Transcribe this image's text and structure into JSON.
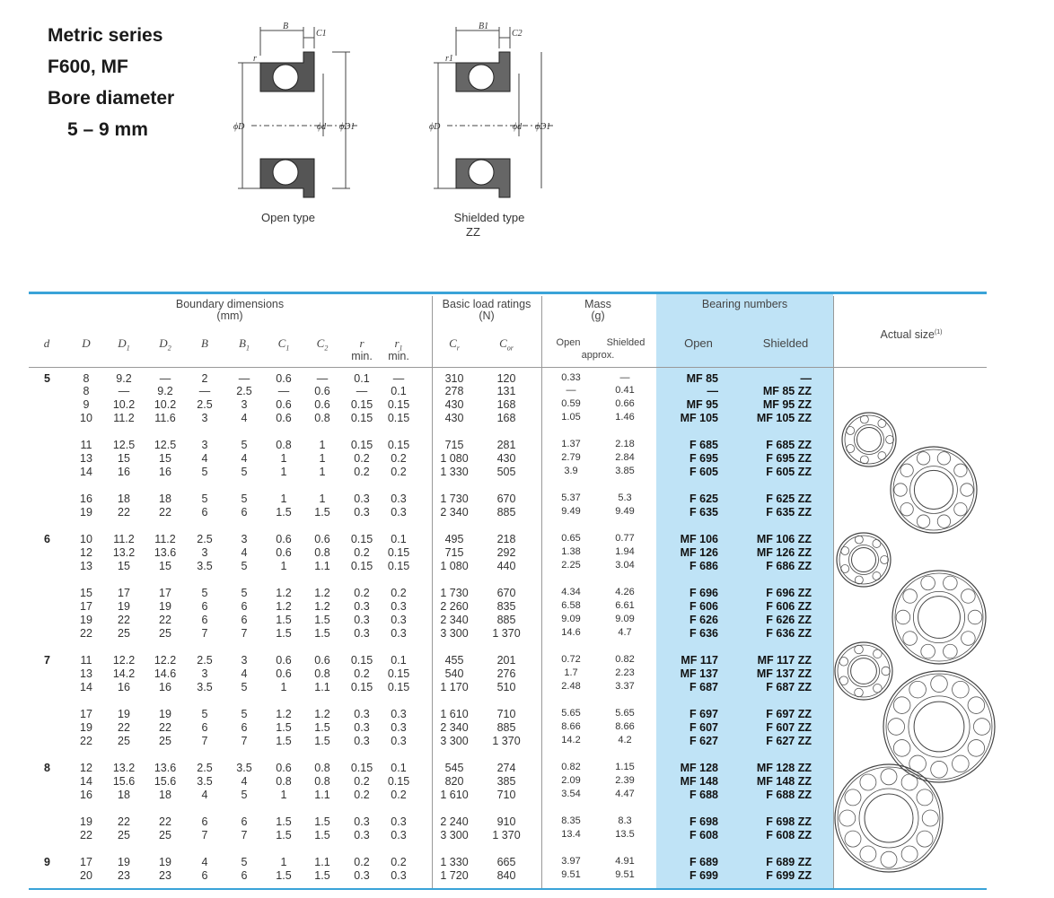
{
  "title": {
    "line1": "Metric series",
    "line2": "F600, MF",
    "line3": "Bore diameter",
    "line4": "5 – 9 mm"
  },
  "diagrams": {
    "open": {
      "caption": "Open type",
      "B": "B",
      "C1": "C1",
      "r": "r",
      "D": "ϕD",
      "d": "ϕd",
      "D1": "ϕD1"
    },
    "shielded": {
      "caption1": "Shielded type",
      "caption2": "ZZ",
      "B1": "B1",
      "C2": "C2",
      "r1": "r1",
      "D": "ϕD",
      "d": "ϕd",
      "D1": "ϕD1"
    }
  },
  "table": {
    "group_headers": {
      "boundary": "Boundary dimensions",
      "boundary_unit": "(mm)",
      "load": "Basic load ratings",
      "load_unit": "(N)",
      "mass": "Mass",
      "mass_unit": "(g)",
      "bearing": "Bearing numbers",
      "actual": "Actual size"
    },
    "columns": [
      "d",
      "D",
      "D1",
      "D2",
      "B",
      "B1",
      "C1",
      "C2",
      "r",
      "r1",
      "Cr",
      "Cor"
    ],
    "min_label": "min.",
    "mass_cols": {
      "open": "Open",
      "shielded": "Shielded",
      "approx": "approx."
    },
    "bearing_cols": {
      "open": "Open",
      "shielded": "Shielded"
    },
    "rows": [
      {
        "d": "5",
        "v": [
          "8",
          "9.2",
          "—",
          "2",
          "—",
          "0.6",
          "—",
          "0.1",
          "—",
          "310",
          "120",
          "0.33",
          "—"
        ],
        "open": "MF  85",
        "shd": "—"
      },
      {
        "d": "",
        "v": [
          "8",
          "—",
          "9.2",
          "—",
          "2.5",
          "—",
          "0.6",
          "—",
          "0.1",
          "278",
          "131",
          "—",
          "0.41"
        ],
        "open": "—",
        "shd": "MF  85  ZZ"
      },
      {
        "d": "",
        "v": [
          "9",
          "10.2",
          "10.2",
          "2.5",
          "3",
          "0.6",
          "0.6",
          "0.15",
          "0.15",
          "430",
          "168",
          "0.59",
          "0.66"
        ],
        "open": "MF  95",
        "shd": "MF  95  ZZ"
      },
      {
        "d": "",
        "v": [
          "10",
          "11.2",
          "11.6",
          "3",
          "4",
          "0.6",
          "0.8",
          "0.15",
          "0.15",
          "430",
          "168",
          "1.05",
          "1.46"
        ],
        "open": "MF 105",
        "shd": "MF 105  ZZ"
      },
      {
        "d": "",
        "v": [
          "11",
          "12.5",
          "12.5",
          "3",
          "5",
          "0.8",
          "1",
          "0.15",
          "0.15",
          "715",
          "281",
          "1.37",
          "2.18"
        ],
        "open": "F 685",
        "shd": "F 685  ZZ"
      },
      {
        "d": "",
        "v": [
          "13",
          "15",
          "15",
          "4",
          "4",
          "1",
          "1",
          "0.2",
          "0.2",
          "1 080",
          "430",
          "2.79",
          "2.84"
        ],
        "open": "F 695",
        "shd": "F 695  ZZ"
      },
      {
        "d": "",
        "v": [
          "14",
          "16",
          "16",
          "5",
          "5",
          "1",
          "1",
          "0.2",
          "0.2",
          "1 330",
          "505",
          "3.9",
          "3.85"
        ],
        "open": "F 605",
        "shd": "F 605  ZZ"
      },
      {
        "d": "",
        "v": [
          "16",
          "18",
          "18",
          "5",
          "5",
          "1",
          "1",
          "0.3",
          "0.3",
          "1 730",
          "670",
          "5.37",
          "5.3"
        ],
        "open": "F 625",
        "shd": "F 625  ZZ"
      },
      {
        "d": "",
        "v": [
          "19",
          "22",
          "22",
          "6",
          "6",
          "1.5",
          "1.5",
          "0.3",
          "0.3",
          "2 340",
          "885",
          "9.49",
          "9.49"
        ],
        "open": "F 635",
        "shd": "F 635  ZZ"
      },
      {
        "d": "6",
        "v": [
          "10",
          "11.2",
          "11.2",
          "2.5",
          "3",
          "0.6",
          "0.6",
          "0.15",
          "0.1",
          "495",
          "218",
          "0.65",
          "0.77"
        ],
        "open": "MF 106",
        "shd": "MF 106  ZZ"
      },
      {
        "d": "",
        "v": [
          "12",
          "13.2",
          "13.6",
          "3",
          "4",
          "0.6",
          "0.8",
          "0.2",
          "0.15",
          "715",
          "292",
          "1.38",
          "1.94"
        ],
        "open": "MF 126",
        "shd": "MF 126  ZZ"
      },
      {
        "d": "",
        "v": [
          "13",
          "15",
          "15",
          "3.5",
          "5",
          "1",
          "1.1",
          "0.15",
          "0.15",
          "1 080",
          "440",
          "2.25",
          "3.04"
        ],
        "open": "F 686",
        "shd": "F 686    ZZ"
      },
      {
        "d": "",
        "v": [
          "15",
          "17",
          "17",
          "5",
          "5",
          "1.2",
          "1.2",
          "0.2",
          "0.2",
          "1 730",
          "670",
          "4.34",
          "4.26"
        ],
        "open": "F 696",
        "shd": "F 696  ZZ"
      },
      {
        "d": "",
        "v": [
          "17",
          "19",
          "19",
          "6",
          "6",
          "1.2",
          "1.2",
          "0.3",
          "0.3",
          "2 260",
          "835",
          "6.58",
          "6.61"
        ],
        "open": "F 606",
        "shd": "F 606  ZZ"
      },
      {
        "d": "",
        "v": [
          "19",
          "22",
          "22",
          "6",
          "6",
          "1.5",
          "1.5",
          "0.3",
          "0.3",
          "2 340",
          "885",
          "9.09",
          "9.09"
        ],
        "open": "F 626",
        "shd": "F 626  ZZ"
      },
      {
        "d": "",
        "v": [
          "22",
          "25",
          "25",
          "7",
          "7",
          "1.5",
          "1.5",
          "0.3",
          "0.3",
          "3 300",
          "1 370",
          "14.6",
          "4.7"
        ],
        "open": "F 636",
        "shd": "F 636  ZZ"
      },
      {
        "d": "7",
        "v": [
          "11",
          "12.2",
          "12.2",
          "2.5",
          "3",
          "0.6",
          "0.6",
          "0.15",
          "0.1",
          "455",
          "201",
          "0.72",
          "0.82"
        ],
        "open": "MF 117",
        "shd": "MF 117  ZZ"
      },
      {
        "d": "",
        "v": [
          "13",
          "14.2",
          "14.6",
          "3",
          "4",
          "0.6",
          "0.8",
          "0.2",
          "0.15",
          "540",
          "276",
          "1.7",
          "2.23"
        ],
        "open": "MF 137",
        "shd": "MF 137  ZZ"
      },
      {
        "d": "",
        "v": [
          "14",
          "16",
          "16",
          "3.5",
          "5",
          "1",
          "1.1",
          "0.15",
          "0.15",
          "1 170",
          "510",
          "2.48",
          "3.37"
        ],
        "open": "F 687",
        "shd": "F 687  ZZ"
      },
      {
        "d": "",
        "v": [
          "17",
          "19",
          "19",
          "5",
          "5",
          "1.2",
          "1.2",
          "0.3",
          "0.3",
          "1 610",
          "710",
          "5.65",
          "5.65"
        ],
        "open": "F 697",
        "shd": "F 697  ZZ"
      },
      {
        "d": "",
        "v": [
          "19",
          "22",
          "22",
          "6",
          "6",
          "1.5",
          "1.5",
          "0.3",
          "0.3",
          "2 340",
          "885",
          "8.66",
          "8.66"
        ],
        "open": "F 607",
        "shd": "F 607  ZZ"
      },
      {
        "d": "",
        "v": [
          "22",
          "25",
          "25",
          "7",
          "7",
          "1.5",
          "1.5",
          "0.3",
          "0.3",
          "3 300",
          "1 370",
          "14.2",
          "4.2"
        ],
        "open": "F 627",
        "shd": "F 627  ZZ"
      },
      {
        "d": "8",
        "v": [
          "12",
          "13.2",
          "13.6",
          "2.5",
          "3.5",
          "0.6",
          "0.8",
          "0.15",
          "0.1",
          "545",
          "274",
          "0.82",
          "1.15"
        ],
        "open": "MF 128",
        "shd": "MF 128  ZZ"
      },
      {
        "d": "",
        "v": [
          "14",
          "15.6",
          "15.6",
          "3.5",
          "4",
          "0.8",
          "0.8",
          "0.2",
          "0.15",
          "820",
          "385",
          "2.09",
          "2.39"
        ],
        "open": "MF 148",
        "shd": "MF 148  ZZ"
      },
      {
        "d": "",
        "v": [
          "16",
          "18",
          "18",
          "4",
          "5",
          "1",
          "1.1",
          "0.2",
          "0.2",
          "1 610",
          "710",
          "3.54",
          "4.47"
        ],
        "open": "F 688",
        "shd": "F 688    ZZ"
      },
      {
        "d": "",
        "v": [
          "19",
          "22",
          "22",
          "6",
          "6",
          "1.5",
          "1.5",
          "0.3",
          "0.3",
          "2 240",
          "910",
          "8.35",
          "8.3"
        ],
        "open": "F 698",
        "shd": "F 698  ZZ"
      },
      {
        "d": "",
        "v": [
          "22",
          "25",
          "25",
          "7",
          "7",
          "1.5",
          "1.5",
          "0.3",
          "0.3",
          "3 300",
          "1 370",
          "13.4",
          "13.5"
        ],
        "open": "F 608",
        "shd": "F 608  ZZ"
      },
      {
        "d": "9",
        "v": [
          "17",
          "19",
          "19",
          "4",
          "5",
          "1",
          "1.1",
          "0.2",
          "0.2",
          "1 330",
          "665",
          "3.97",
          "4.91"
        ],
        "open": "F 689",
        "shd": "F 689  ZZ"
      },
      {
        "d": "",
        "v": [
          "20",
          "23",
          "23",
          "6",
          "6",
          "1.5",
          "1.5",
          "0.3",
          "0.3",
          "1 720",
          "840",
          "9.51",
          "9.51"
        ],
        "open": "F 699",
        "shd": "F 699  ZZ"
      }
    ]
  },
  "colors": {
    "rule": "#3aa3d8",
    "highlight": "#bfe3f6"
  }
}
